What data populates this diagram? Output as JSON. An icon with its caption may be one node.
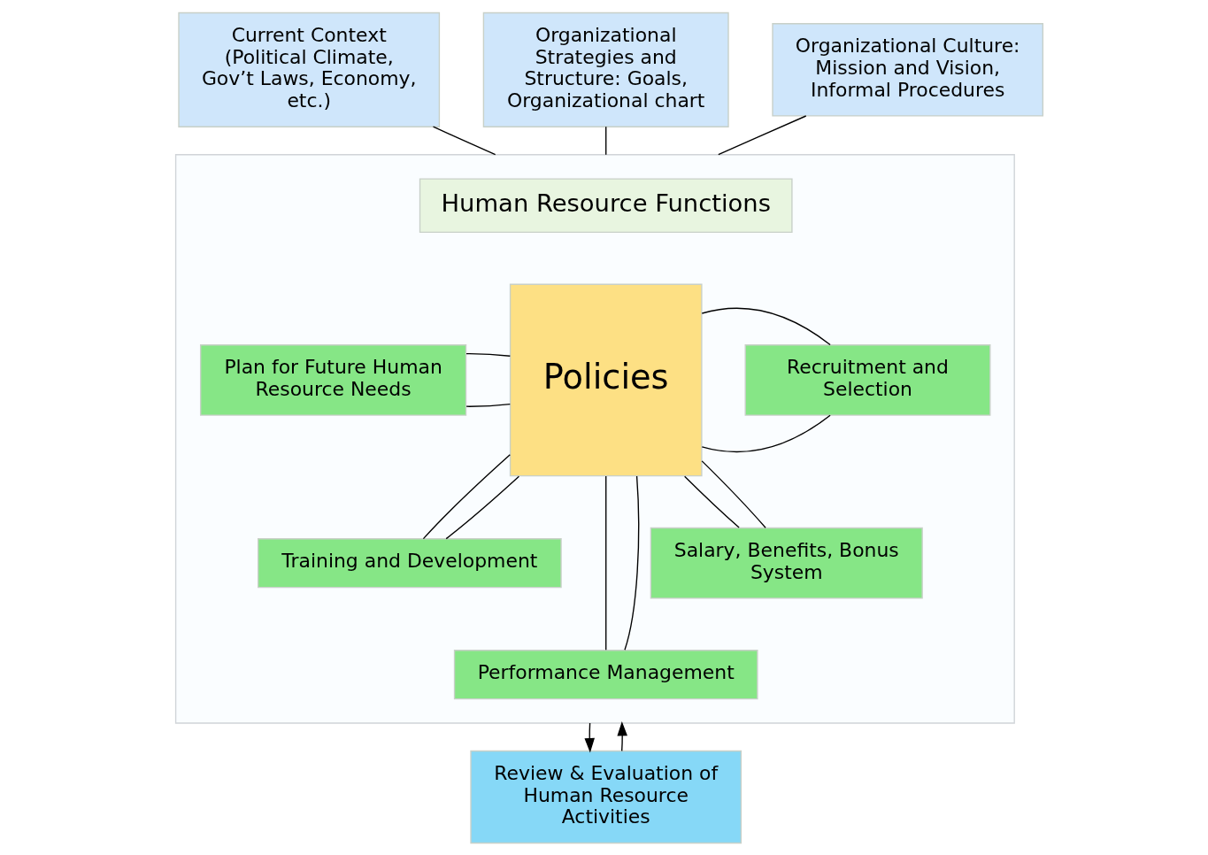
{
  "diagram": {
    "nodes": [
      {
        "text": [
          "Current Context (Political Climate, Gov’t Laws, Economy, etc.)"
        ]
      },
      {
        "text": [
          "Organizational Strategies and Structure: Goals, Organizational chart"
        ]
      },
      {
        "text": [
          "Organizational Culture: Mission and Vision, Informal Procedures"
        ]
      },
      {
        "text": [],
        "shape": "box"
      },
      {
        "text": [
          "Human Resource Functions"
        ],
        "in": 3
      },
      {
        "text": [
          "Plan for Future Human Resource Needs"
        ],
        "in": 3
      },
      {
        "text": [
          "Policies"
        ],
        "in": 3
      },
      {
        "text": [
          "Recruitment and Selection"
        ],
        "in": 3
      },
      {
        "text": [
          "Training and Development"
        ],
        "in": 3
      },
      {
        "text": [
          "Salary, Benefits, Bonus System"
        ],
        "in": 3
      },
      {
        "text": [
          "Performance Management"
        ],
        "in": 3
      },
      {
        "text": [
          "Review & Evaluation of Human Resource Activities"
        ]
      }
    ],
    "edges": [
      {
        "from": 0,
        "to": 3,
        "arrow": "none"
      },
      {
        "from": 1,
        "to": 3,
        "arrow": "none"
      },
      {
        "from": 2,
        "to": 3,
        "arrow": "none"
      },
      {
        "from": 5,
        "to": 6,
        "arrow": "none"
      },
      {
        "from": 5,
        "to": 6,
        "arrow": "none"
      },
      {
        "from": 6,
        "to": 7,
        "arrow": "none"
      },
      {
        "from": 6,
        "to": 7,
        "arrow": "none"
      },
      {
        "from": 8,
        "to": 6,
        "arrow": "none"
      },
      {
        "from": 8,
        "to": 6,
        "arrow": "none"
      },
      {
        "from": 6,
        "to": 9,
        "arrow": "none"
      },
      {
        "from": 6,
        "to": 9,
        "arrow": "none"
      },
      {
        "from": 6,
        "to": 10,
        "arrow": "none"
      },
      {
        "from": 6,
        "to": 10,
        "arrow": "none"
      },
      {
        "from": 3,
        "to": 11,
        "arrow": "to"
      },
      {
        "from": 11,
        "to": 3,
        "arrow": "to"
      }
    ]
  }
}
